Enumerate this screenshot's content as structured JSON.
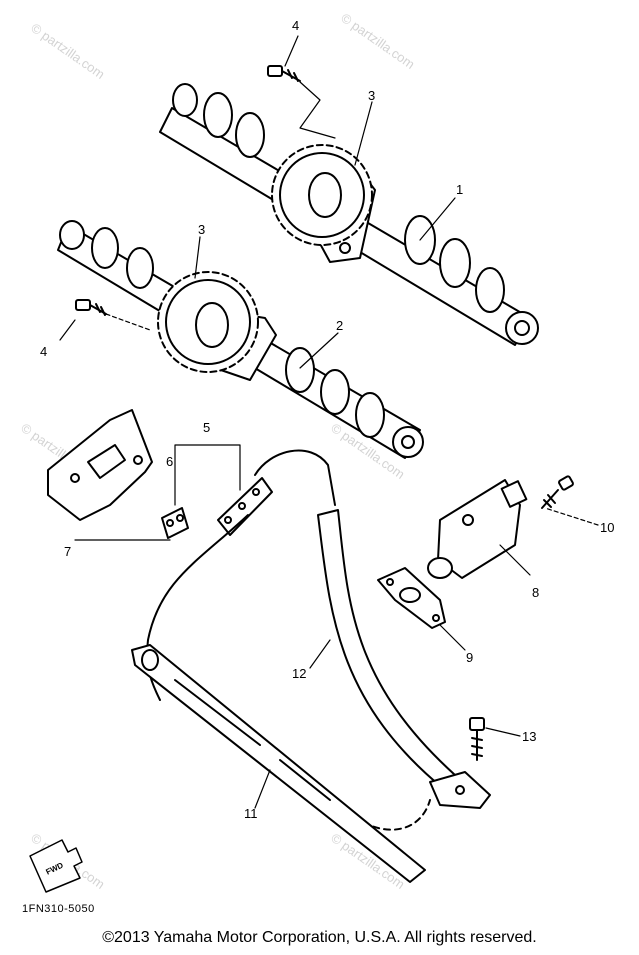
{
  "watermark": "© partzilla.com",
  "part_code": "1FN310-5050",
  "copyright": "©2013  Yamaha Motor Corporation, U.S.A. All rights reserved.",
  "direction_label": "FWD",
  "callouts": [
    "1",
    "2",
    "3",
    "3",
    "4",
    "4",
    "5",
    "6",
    "7",
    "8",
    "9",
    "10",
    "11",
    "12",
    "13"
  ]
}
